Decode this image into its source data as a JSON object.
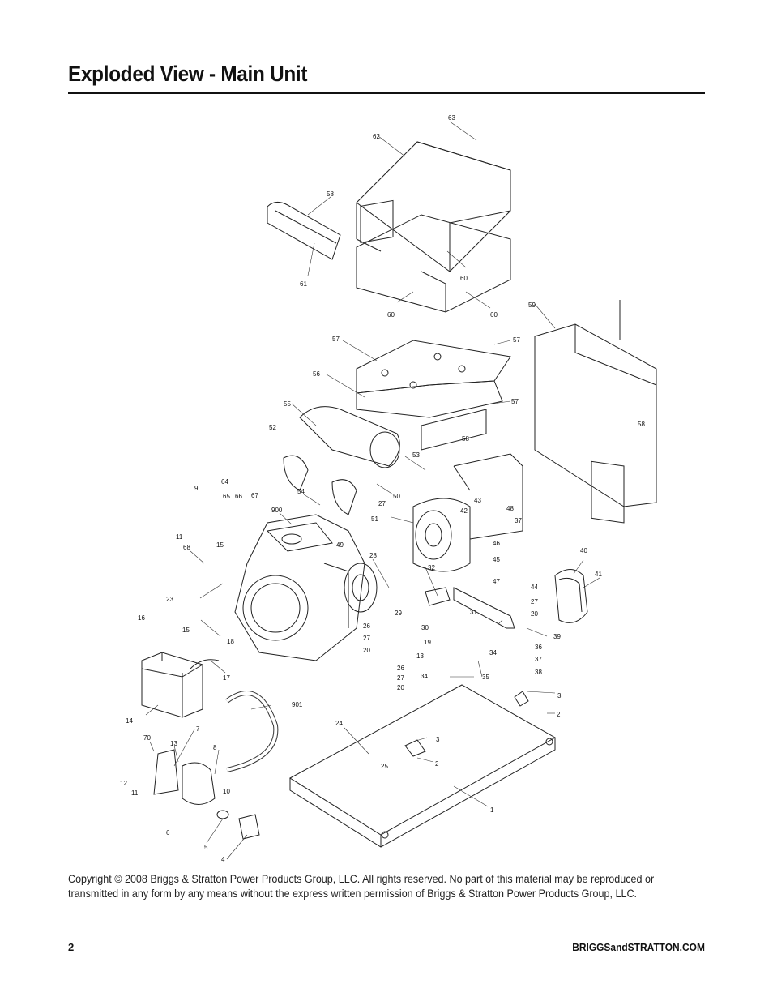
{
  "page": {
    "title": "Exploded View - Main Unit",
    "copyright": "Copyright © 2008 Briggs & Stratton Power Products Group, LLC.  All rights reserved.  No part of this material may be reproduced or transmitted in any form by any means without the express written permission of Briggs & Stratton Power Products Group, LLC.",
    "page_number": "2",
    "website": "BRIGGSandSTRATTON.COM"
  },
  "diagram": {
    "part_labels": [
      "63",
      "62",
      "58",
      "61",
      "60",
      "60",
      "60",
      "59",
      "57",
      "57",
      "56",
      "57",
      "55",
      "52",
      "58",
      "58",
      "53",
      "43",
      "48",
      "37",
      "42",
      "51",
      "54",
      "27",
      "50",
      "9",
      "64",
      "65",
      "66",
      "67",
      "900",
      "11",
      "68",
      "15",
      "46",
      "45",
      "47",
      "40",
      "41",
      "49",
      "28",
      "32",
      "44",
      "27",
      "20",
      "23",
      "16",
      "15",
      "29",
      "31",
      "39",
      "30",
      "26",
      "27",
      "20",
      "18",
      "19",
      "34",
      "36",
      "37",
      "38",
      "13",
      "35",
      "17",
      "26",
      "27",
      "20",
      "34",
      "3",
      "2",
      "901",
      "14",
      "24",
      "3",
      "2",
      "70",
      "13",
      "7",
      "8",
      "25",
      "12",
      "11",
      "10",
      "1",
      "6",
      "5",
      "4"
    ]
  }
}
